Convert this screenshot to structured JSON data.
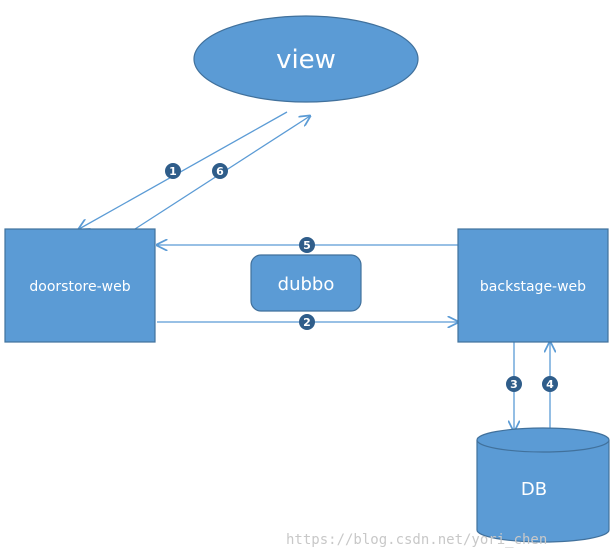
{
  "nodes": {
    "view": {
      "label": "view"
    },
    "doorstore": {
      "label": "doorstore-web"
    },
    "dubbo": {
      "label": "dubbo"
    },
    "backstage": {
      "label": "backstage-web"
    },
    "db": {
      "label": "DB"
    }
  },
  "steps": [
    {
      "number": "1"
    },
    {
      "number": "2"
    },
    {
      "number": "3"
    },
    {
      "number": "4"
    },
    {
      "number": "5"
    },
    {
      "number": "6"
    }
  ],
  "watermark": "https://blog.csdn.net/yori_chen",
  "colors": {
    "node_fill": "#5b9bd5",
    "node_stroke": "#41719c",
    "line": "#5b9bd5",
    "badge_fill": "#2f5d8a",
    "text": "#ffffff",
    "watermark": "#c8c8c8"
  }
}
